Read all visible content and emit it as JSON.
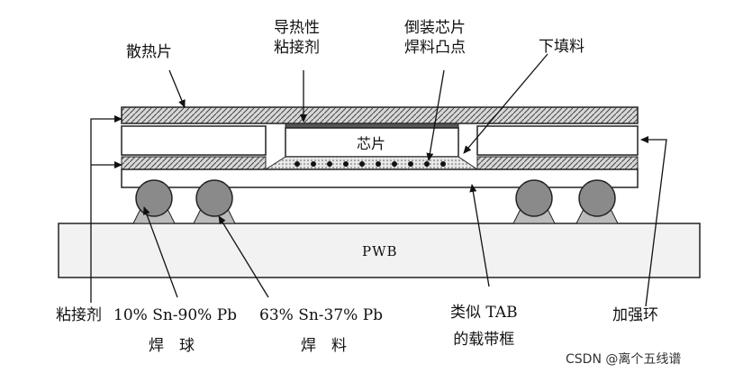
{
  "labels": {
    "heat_sink": "散热片",
    "thermal_adhesive": [
      "导热性",
      "粘接剂"
    ],
    "flip_chip_bumps": [
      "倒装芯片",
      "焊料凸点"
    ],
    "underfill": "下填料",
    "chip": "芯片",
    "pwb": "PWB",
    "adhesive": "粘接剂",
    "solder_ball_alloy": "10% Sn-90% Pb",
    "solder_ball_name": "焊　球",
    "solder_alloy": "63% Sn-37% Pb",
    "solder_name": "焊　料",
    "tab_carrier": [
      "类似 TAB",
      "的载带框"
    ],
    "stiffener_ring": "加强环"
  },
  "watermark": "CSDN @离个五线谱"
}
